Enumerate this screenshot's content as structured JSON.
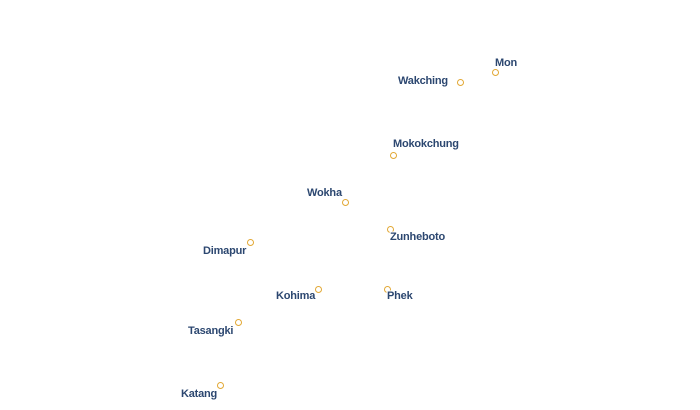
{
  "map": {
    "places": [
      {
        "name": "Mon"
      },
      {
        "name": "Wakching"
      },
      {
        "name": "Mokokchung"
      },
      {
        "name": "Wokha"
      },
      {
        "name": "Zunheboto"
      },
      {
        "name": "Dimapur"
      },
      {
        "name": "Kohima"
      },
      {
        "name": "Phek"
      },
      {
        "name": "Tasangki"
      },
      {
        "name": "Katang"
      }
    ]
  },
  "colors": {
    "label": "#2c4770",
    "marker": "#e2a835",
    "background": "#ffffff"
  }
}
